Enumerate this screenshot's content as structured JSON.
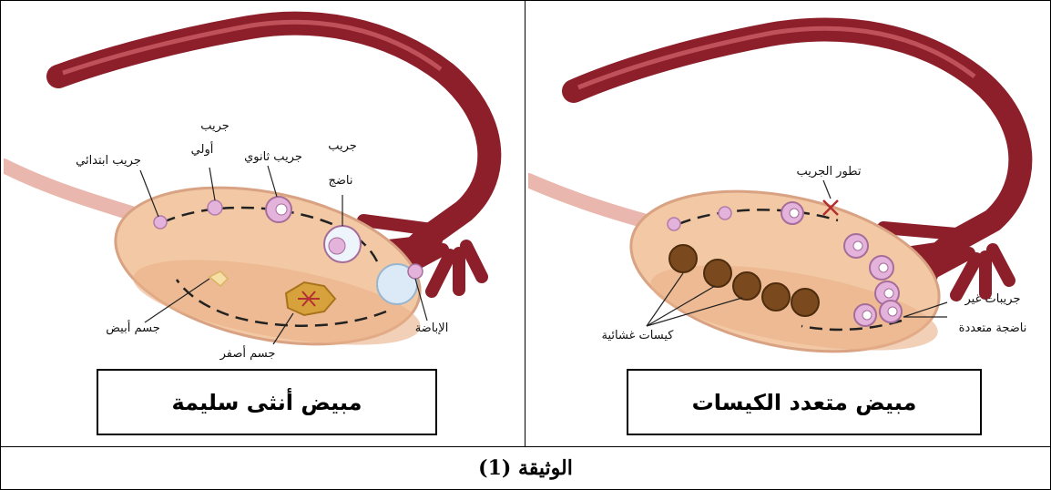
{
  "document": {
    "caption": "الوثيقة (1)"
  },
  "panel_normal": {
    "title": "مبيض أنثى سليمة",
    "labels": {
      "primordial": "جريب ابتدائي",
      "primary_1": "جريب",
      "primary_2": "أولي",
      "secondary": "جريب ثانوي",
      "mature_1": "جريب",
      "mature_2": "ناضج",
      "ovulation": "الإباضة",
      "corpus_albicans": "جسم أبيض",
      "corpus_luteum": "جسم أصفر"
    }
  },
  "panel_pcos": {
    "title": "مبيض متعدد الكيسات",
    "labels": {
      "development": "تطور الجريب",
      "cysts": "كيسات غشائية",
      "immature_1": "جريبات غير",
      "immature_2": "ناضجة متعددة"
    }
  },
  "colors": {
    "ovary": "#f2c9a4",
    "tube": "#8c1f2a",
    "follicle": "#e4b3dc",
    "cyst": "#7a4a1e",
    "luteum": "#d7a23c"
  }
}
